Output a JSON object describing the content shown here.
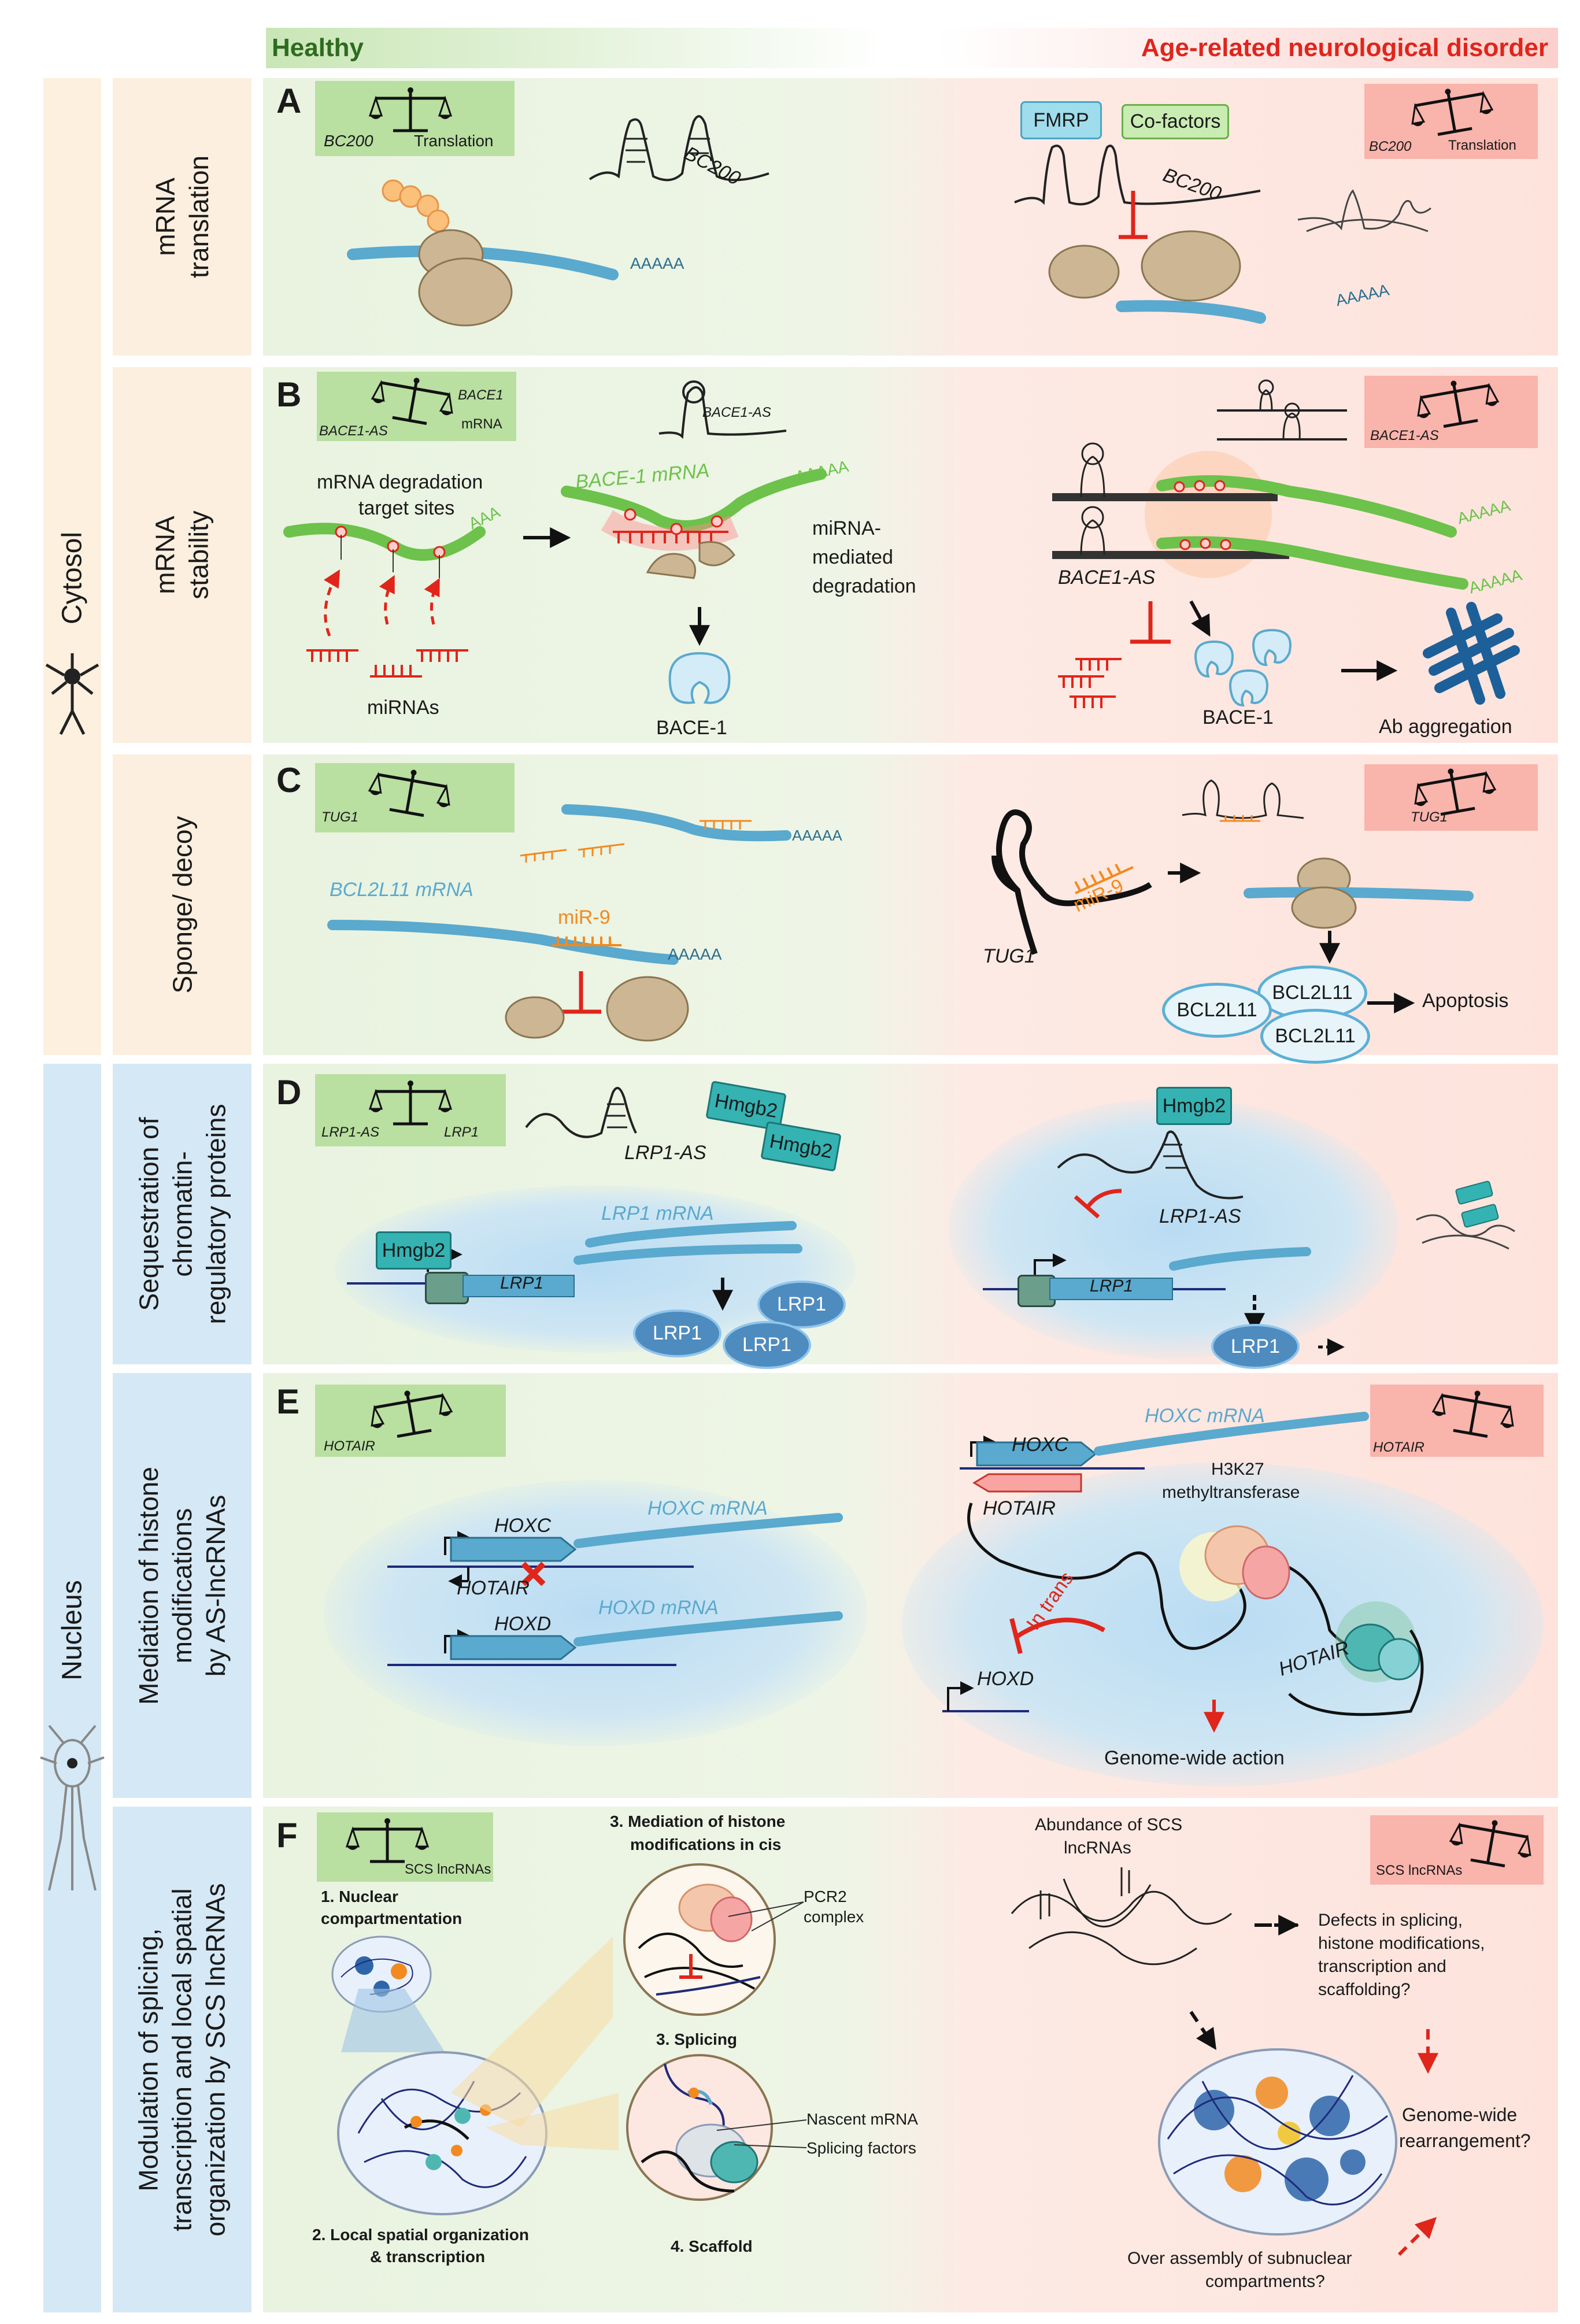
{
  "header": {
    "healthy": "Healthy",
    "disorder": "Age-related neurological disorder"
  },
  "sidebar": {
    "cytosol": "Cytosol",
    "nucleus": "Nucleus"
  },
  "rows": {
    "a": {
      "label_line1": "mRNA",
      "label_line2": "translation"
    },
    "b": {
      "label_line1": "mRNA",
      "label_line2": "stability"
    },
    "c": {
      "label_line1": "Sponge/ decoy"
    },
    "d": {
      "label_line1": "Sequestration of",
      "label_line2": "chromatin-",
      "label_line3": "regulatory proteins"
    },
    "e": {
      "label_line1": "Mediation of histone",
      "label_line2": "modifications",
      "label_line3": "by AS-lncRNAs"
    },
    "f": {
      "label_line1": "Modulation of splicing,",
      "label_line2": "transcription and local spatial",
      "label_line3": "organization by SCS lncRNAs"
    }
  },
  "panel_a": {
    "letter": "A",
    "bal_left": "BC200",
    "bal_right": "Translation",
    "bc200": "BC200",
    "polya": "AAAAA",
    "fmrp": "FMRP",
    "cofactors": "Co-factors",
    "bc200_r": "BC200",
    "polya_r": "AAAAA",
    "bal_left_r": "BC200",
    "bal_right_r": "Translation"
  },
  "panel_b": {
    "letter": "B",
    "bal_left": "BACE1-AS",
    "bal_right_1": "BACE1",
    "bal_right_2": "mRNA",
    "bace1as_top": "BACE1-AS",
    "deg_sites_1": "mRNA degradation",
    "deg_sites_2": "target sites",
    "aaa": "AAA",
    "bace1_mrna": "BACE-1 mRNA",
    "aaaaa": "AAAAA",
    "mirna_mediated_1": "miRNA-",
    "mirna_mediated_2": "mediated",
    "mirna_mediated_3": "degradation",
    "mirnas": "miRNAs",
    "bace1": "BACE-1",
    "bal_r": "BACE1-AS",
    "bace1as_r": "BACE1-AS",
    "aaaaa_r1": "AAAAA",
    "aaaaa_r2": "AAAAA",
    "bace1_r": "BACE-1",
    "ab_agg": "Ab aggregation"
  },
  "panel_c": {
    "letter": "C",
    "bal": "TUG1",
    "aaaaa_top": "AAAAA",
    "bcl_mrna": "BCL2L11 mRNA",
    "mir9": "miR-9",
    "aaaaa": "AAAAA",
    "bal_r": "TUG1",
    "tug1": "TUG1",
    "mir9_r": "miR-9",
    "bcl_1": "BCL2L11",
    "bcl_2": "BCL2L11",
    "bcl_3": "BCL2L11",
    "apoptosis": "Apoptosis"
  },
  "panel_d": {
    "letter": "D",
    "bal_left": "LRP1-AS",
    "bal_right": "LRP1",
    "lrp1as": "LRP1-AS",
    "hmgb2_a": "Hmgb2",
    "hmgb2_b": "Hmgb2",
    "hmgb2_gene": "Hmgb2",
    "lrp1_mrna": "LRP1 mRNA",
    "lrp1_gene": "LRP1",
    "lrp1_p1": "LRP1",
    "lrp1_p2": "LRP1",
    "lrp1_p3": "LRP1",
    "hmgb2_r": "Hmgb2",
    "lrp1as_r": "LRP1-AS",
    "lrp1_gene_r": "LRP1",
    "lrp1_p_r": "LRP1"
  },
  "panel_e": {
    "letter": "E",
    "bal": "HOTAIR",
    "hoxc": "HOXC",
    "hoxc_mrna": "HOXC mRNA",
    "hotair": "HOTAIR",
    "hoxd": "HOXD",
    "hoxd_mrna": "HOXD mRNA",
    "bal_r": "HOTAIR",
    "hoxc_r": "HOXC",
    "hoxc_mrna_r": "HOXC mRNA",
    "hotair_r": "HOTAIR",
    "h3k27_1": "H3K27",
    "h3k27_2": "methyltransferase",
    "in_trans": "In trans",
    "hoxd_r": "HOXD",
    "hotair_r2": "HOTAIR",
    "genome_wide": "Genome-wide action"
  },
  "panel_f": {
    "letter": "F",
    "bal": "SCS lncRNAs",
    "nuc_comp_1": "1. Nuclear",
    "nuc_comp_2": "compartmentation",
    "med_hist_1": "3. Mediation of histone",
    "med_hist_2": "modifications in cis",
    "pcr2_1": "PCR2",
    "pcr2_2": "complex",
    "splicing": "3. Splicing",
    "nascent": "Nascent mRNA",
    "splice_fac": "Splicing factors",
    "local_1": "2. Local spatial organization",
    "local_2": "& transcription",
    "scaffold": "4. Scaffold",
    "abund_1": "Abundance of SCS",
    "abund_2": "lncRNAs",
    "bal_r": "SCS lncRNAs",
    "defects_1": "Defects in splicing,",
    "defects_2": "histone modifications,",
    "defects_3": "transcription and",
    "defects_4": "scaffolding?",
    "genome_1": "Genome-wide",
    "genome_2": "rearrangement?",
    "over_1": "Over assembly of subnuclear",
    "over_2": "compartments?"
  },
  "colors": {
    "healthy_green": "#2e6b1f",
    "disorder_red": "#e0251b",
    "mrna_blue": "#5aa9ce",
    "green_mrna": "#6cc24a",
    "mirna_red": "#e0251b",
    "ribosome": "#cdb694",
    "balance_green_box": "#b9dfa1",
    "balance_red_box": "#f9b4ac"
  }
}
